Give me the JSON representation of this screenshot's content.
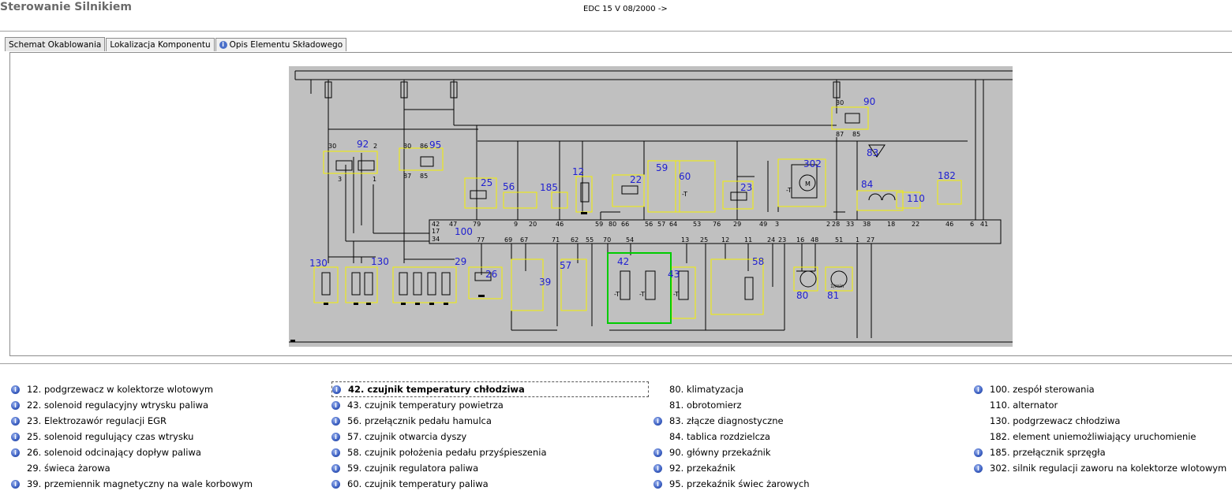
{
  "app_title": "Sterowanie Silnikiem",
  "model_label": "EDC 15 V 08/2000 ->",
  "tabs": [
    {
      "label": "Schemat Okablowania",
      "active": true,
      "icon": ""
    },
    {
      "label": "Lokalizacja Komponentu",
      "active": false,
      "icon": ""
    },
    {
      "label": "Opis Elementu Składowego",
      "active": false,
      "icon": "info-icon"
    }
  ],
  "diagram": {
    "component_labels": {
      "c92": "92",
      "c95": "95",
      "c90": "90",
      "c83": "83",
      "c182": "182",
      "c84": "84",
      "c110": "110",
      "c25": "25",
      "c56": "56",
      "c185": "185",
      "c12": "12",
      "c22": "22",
      "c59": "59",
      "c60": "60",
      "c23": "23",
      "c302": "302",
      "c100": "100",
      "c130a": "130",
      "c130b": "130",
      "c29": "29",
      "c26": "26",
      "c39": "39",
      "c57": "57",
      "c42": "42",
      "c43": "43",
      "c58": "58",
      "c80": "80",
      "c81": "81"
    },
    "pins_top": {
      "p42": "42",
      "p17": "17",
      "p34": "34",
      "p47": "47",
      "p79": "79",
      "p9": "9",
      "p20": "20",
      "p46a": "46",
      "p59": "59",
      "p80": "80",
      "p66": "66",
      "p56": "56",
      "p57": "57",
      "p64": "64",
      "p53": "53",
      "p76": "76",
      "p29": "29",
      "p49": "49",
      "p3": "3",
      "p2": "2",
      "p28": "28",
      "p33": "33",
      "p38": "38",
      "p18": "18",
      "p22": "22",
      "p46b": "46",
      "p6": "6",
      "p41": "41"
    },
    "pins_bottom": {
      "q77": "77",
      "q69": "69",
      "q67": "67",
      "q71": "71",
      "q62": "62",
      "q55": "55",
      "q70": "70",
      "q54": "54",
      "q13": "13",
      "q25": "25",
      "q12": "12",
      "q11": "11",
      "q24": "24",
      "q23": "23",
      "q16": "16",
      "q48": "48",
      "q51": "51",
      "q1": "1",
      "q27": "27"
    },
    "relay_pins": {
      "r30a": "30",
      "r3a": "3",
      "r2a": "2",
      "r1a": "1",
      "r30b": "30",
      "r86": "86",
      "r87a": "87",
      "r85a": "85",
      "r30c": "30",
      "r87b": "87",
      "r85b": "85"
    },
    "sensor_texts": {
      "t1min": "1/min",
      "m_motor": "M",
      "tminus1": "-T",
      "tminus2": "-T",
      "tminus3": "-T",
      "tminus4": "-T",
      "tminus5": "-T"
    }
  },
  "components_list": {
    "columns": [
      [
        {
          "text": "12. podgrzewacz w kolektorze wlotowym",
          "icon": "info-icon",
          "selected": false
        },
        {
          "text": "22. solenoid regulacyjny wtrysku paliwa",
          "icon": "info-icon",
          "selected": false
        },
        {
          "text": "23. Elektrozawór regulacji EGR",
          "icon": "info-icon",
          "selected": false
        },
        {
          "text": "25. solenoid regulujący czas wtrysku",
          "icon": "info-icon",
          "selected": false
        },
        {
          "text": "26. solenoid odcinający dopływ paliwa",
          "icon": "info-icon",
          "selected": false
        },
        {
          "text": "29. świeca żarowa",
          "icon": "",
          "selected": false
        },
        {
          "text": "39. przemiennik magnetyczny na wale korbowym",
          "icon": "info-icon",
          "selected": false
        }
      ],
      [
        {
          "text": "42. czujnik temperatury chłodziwa",
          "icon": "info-icon",
          "selected": true
        },
        {
          "text": "43. czujnik temperatury powietrza",
          "icon": "info-icon",
          "selected": false
        },
        {
          "text": "56. przełącznik pedału hamulca",
          "icon": "info-icon",
          "selected": false
        },
        {
          "text": "57. czujnik otwarcia dyszy",
          "icon": "info-icon",
          "selected": false
        },
        {
          "text": "58. czujnik położenia pedału przyśpieszenia",
          "icon": "info-icon",
          "selected": false
        },
        {
          "text": "59. czujnik regulatora paliwa",
          "icon": "info-icon",
          "selected": false
        },
        {
          "text": "60. czujnik temperatury paliwa",
          "icon": "info-icon",
          "selected": false
        }
      ],
      [
        {
          "text": "80. klimatyzacja",
          "icon": "",
          "selected": false
        },
        {
          "text": "81. obrotomierz",
          "icon": "",
          "selected": false
        },
        {
          "text": "83. złącze diagnostyczne",
          "icon": "info-icon",
          "selected": false
        },
        {
          "text": "84. tablica rozdzielcza",
          "icon": "",
          "selected": false
        },
        {
          "text": "90. główny przekaźnik",
          "icon": "info-icon",
          "selected": false
        },
        {
          "text": "92. przekaźnik",
          "icon": "info-icon",
          "selected": false
        },
        {
          "text": "95. przekaźnik świec żarowych",
          "icon": "info-icon",
          "selected": false
        }
      ],
      [
        {
          "text": "100. zespół sterowania",
          "icon": "info-icon",
          "selected": false
        },
        {
          "text": "110. alternator",
          "icon": "",
          "selected": false
        },
        {
          "text": "130. podgrzewacz chłodziwa",
          "icon": "",
          "selected": false
        },
        {
          "text": "182. element uniemożliwiający uruchomienie",
          "icon": "",
          "selected": false
        },
        {
          "text": "185. przełącznik sprzęgła",
          "icon": "info-icon",
          "selected": false
        },
        {
          "text": "302. silnik regulacji zaworu na kolektorze wlotowym",
          "icon": "info-icon",
          "selected": false
        }
      ]
    ]
  }
}
